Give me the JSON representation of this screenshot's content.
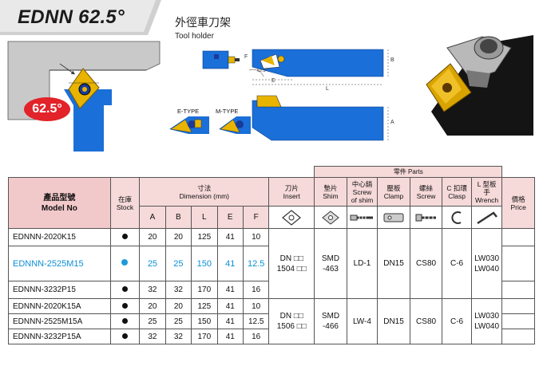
{
  "title": "EDNN 62.5°",
  "holder_title": "外徑車刀架",
  "holder_subtitle": "Tool holder",
  "angle": "62.5°",
  "dim_labels": {
    "b": "B",
    "e": "E",
    "l": "L",
    "a": "A",
    "f": "F",
    "angle": "62.5°"
  },
  "type_labels": {
    "e_type": "E-TYPE",
    "m_type": "M-TYPE"
  },
  "colors": {
    "tool_blue": "#1a6fd8",
    "insert_gold": "#e8b400",
    "badge_red": "#e2232a",
    "header_pink": "#f6d9d9",
    "highlight_blue": "#0b8fd6"
  },
  "table": {
    "parts_header": "零件 Parts",
    "model_label_cn": "產品型號",
    "model_label_en": "Model No",
    "stock_label_cn": "在庫",
    "stock_label_en": "Stock",
    "dimension_label_cn": "寸法",
    "dimension_label_en": "Dimension (mm)",
    "dim_cols": [
      "A",
      "B",
      "L",
      "E",
      "F"
    ],
    "insert_cn": "刀片",
    "insert_en": "Insert",
    "shim_cn": "墊片",
    "shim_en": "Shim",
    "shim_screw_cn": "中心銷",
    "shim_screw_en1": "Screw",
    "shim_screw_en2": "of shim",
    "clamp_cn": "壓板",
    "clamp_en": "Clamp",
    "screw_cn": "螺絲",
    "screw_en": "Screw",
    "clasp_cn": "C 扣環",
    "clasp_en": "Clasp",
    "wrench_cn1": "L 型板",
    "wrench_cn2": "手",
    "wrench_en": "Wrench",
    "price_cn": "價格",
    "price_en": "Price",
    "group1": {
      "rows": [
        {
          "model": "EDNNN-2020K15",
          "a": "20",
          "b": "20",
          "l": "125",
          "e": "41",
          "f": "10"
        },
        {
          "model": "EDNNN-2525M15",
          "a": "25",
          "b": "25",
          "l": "150",
          "e": "41",
          "f": "12.5"
        },
        {
          "model": "EDNNN-3232P15",
          "a": "32",
          "b": "32",
          "l": "170",
          "e": "41",
          "f": "16"
        }
      ],
      "insert_1": "DN □□",
      "insert_2": "1504 □□",
      "shim_1": "SMD",
      "shim_2": "-463",
      "shim_screw": "LD-1",
      "clamp": "DN15",
      "screw": "CS80",
      "clasp": "C-6",
      "wrench_1": "LW030",
      "wrench_2": "LW040"
    },
    "group2": {
      "rows": [
        {
          "model": "EDNNN-2020K15A",
          "a": "20",
          "b": "20",
          "l": "125",
          "e": "41",
          "f": "10"
        },
        {
          "model": "EDNNN-2525M15A",
          "a": "25",
          "b": "25",
          "l": "150",
          "e": "41",
          "f": "12.5"
        },
        {
          "model": "EDNNN-3232P15A",
          "a": "32",
          "b": "32",
          "l": "170",
          "e": "41",
          "f": "16"
        }
      ],
      "insert_1": "DN □□",
      "insert_2": "1506 □□",
      "shim_1": "SMD",
      "shim_2": "-466",
      "shim_screw": "LW-4",
      "clamp": "DN15",
      "screw": "CS80",
      "clasp": "C-6",
      "wrench_1": "LW030",
      "wrench_2": "LW040"
    }
  }
}
